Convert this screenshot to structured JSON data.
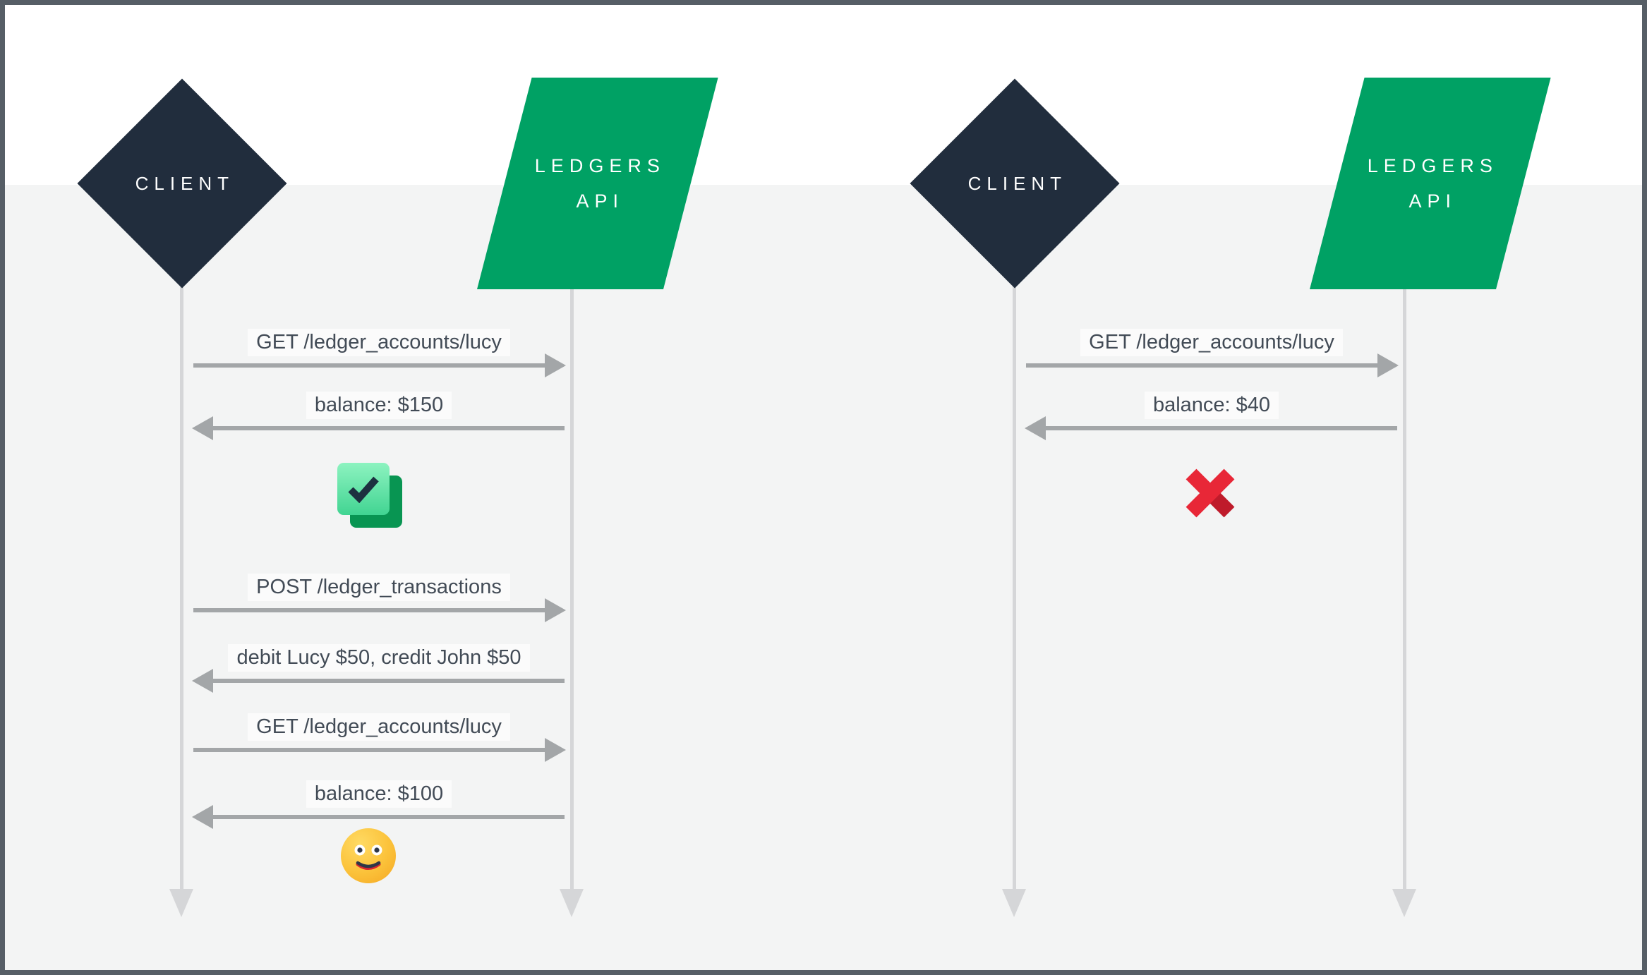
{
  "diagram_title": "",
  "colors": {
    "frame": "#565e66",
    "top_band": "#ffffff",
    "background": "#f3f4f4",
    "client_fill": "#212d3d",
    "api_fill": "#00a164",
    "actor_text": "#ffffff",
    "lifeline": "#d5d6d8",
    "arrow": "#a3a6a8",
    "label_text": "#424b56",
    "check_back": "#089552",
    "check_front_top": "#8df3c0",
    "check_front_bottom": "#41d492",
    "check_mark": "#1d3040",
    "smiley_yellow": "#f5a623",
    "smiley_features": "#2e3748",
    "cross_bright": "#e82737",
    "cross_dark": "#bf1b2b"
  },
  "panels": [
    {
      "client_label": "CLIENT",
      "api_line1": "LEDGERS",
      "api_line2": "API",
      "messages": [
        {
          "dir": "right",
          "label": "GET /ledger_accounts/lucy"
        },
        {
          "dir": "left",
          "label": "balance: $150"
        },
        {
          "icon": "check-icon",
          "meaning": "success"
        },
        {
          "dir": "right",
          "label": "POST /ledger_transactions"
        },
        {
          "dir": "left",
          "label": "debit Lucy $50, credit John $50"
        },
        {
          "dir": "right",
          "label": "GET /ledger_accounts/lucy"
        },
        {
          "dir": "left",
          "label": "balance: $100"
        },
        {
          "icon": "smiley-icon",
          "meaning": "happy"
        }
      ]
    },
    {
      "client_label": "CLIENT",
      "api_line1": "LEDGERS",
      "api_line2": "API",
      "messages": [
        {
          "dir": "right",
          "label": "GET /ledger_accounts/lucy"
        },
        {
          "dir": "left",
          "label": "balance: $40"
        },
        {
          "icon": "cross-icon",
          "meaning": "failure"
        }
      ]
    }
  ]
}
